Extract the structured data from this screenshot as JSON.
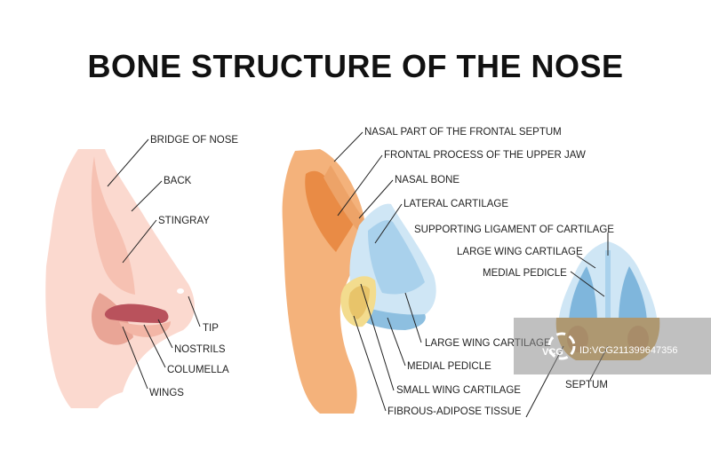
{
  "title": "BONE STRUCTURE OF THE NOSE",
  "left_labels": {
    "bridge": "BRIDGE OF NOSE",
    "back": "BACK",
    "stingray": "STINGRAY",
    "tip": "TIP",
    "nostrils": "NOSTRILS",
    "columella": "COLUMELLA",
    "wings": "WINGS"
  },
  "middle_labels": {
    "frontal_septum": "NASAL PART OF THE FRONTAL SEPTUM",
    "frontal_process": "FRONTAL PROCESS OF THE UPPER JAW",
    "nasal_bone": "NASAL BONE",
    "lateral_cartilage": "LATERAL CARTILAGE",
    "large_wing": "LARGE WING CARTILAGE",
    "medial_pedicle": "MEDIAL PEDICLE",
    "small_wing": "SMALL WING CARTILAGE",
    "fibrous": "FIBROUS-ADIPOSE TISSUE"
  },
  "right_labels": {
    "supporting_ligament": "SUPPORTING LIGAMENT OF CARTILAGE",
    "large_wing": "LARGE WING CARTILAGE",
    "medial_pedicle": "MEDIAL PEDICLE",
    "septum": "SEPTUM"
  },
  "watermark": {
    "brand": "VCG",
    "id_text": "ID:VCG211399647356"
  },
  "colors": {
    "skin_light": "#fbd6cc",
    "skin_mid": "#f7c0b1",
    "skin_dark": "#e79d8a",
    "nostril": "#b8505a",
    "orange_light": "#f4b27b",
    "orange_dark": "#e98b45",
    "blue_light": "#cfe6f5",
    "blue_dark": "#8dbfe0",
    "yellow": "#f3dc8e",
    "ochre": "#d8a650"
  }
}
